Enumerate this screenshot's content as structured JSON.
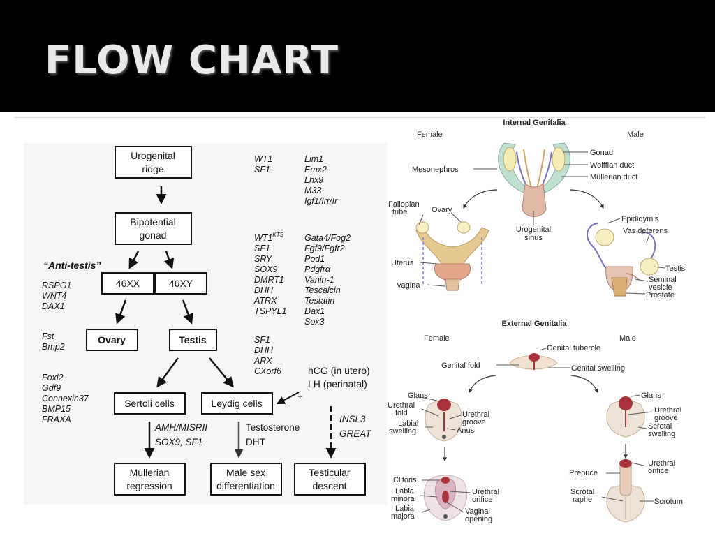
{
  "slide": {
    "title": "FLOW CHART"
  },
  "flowchart": {
    "urogenital_ridge": [
      "Urogenital",
      "ridge"
    ],
    "bipotential_gonad": [
      "Bipotential",
      "gonad"
    ],
    "anti_testis": "“Anti-testis”",
    "xx": "46XX",
    "xy": "46XY",
    "ovary": "Ovary",
    "testis": "Testis",
    "sertoli": "Sertoli cells",
    "leydig": "Leydig cells",
    "mullerian": [
      "Mullerian",
      "regression"
    ],
    "male_sex": [
      "Male sex",
      "differentiation"
    ],
    "testicular": [
      "Testicular",
      "descent"
    ],
    "amh": [
      "AMH/MISRII",
      "SOX9, SF1"
    ],
    "testosterone": [
      "Testosterone",
      "DHT"
    ],
    "insl3": [
      "INSL3",
      "GREAT"
    ],
    "hcg": [
      "hCG (in utero)",
      "LH (perinatal)"
    ],
    "plus": "+",
    "left_genes_1": [
      "RSPO1",
      "WNT4",
      "DAX1"
    ],
    "left_genes_2": [
      "Fst",
      "Bmp2"
    ],
    "left_genes_3": [
      "Foxl2",
      "Gdf9",
      "Connexin37",
      "BMP15",
      "FRAXA"
    ],
    "gene_col1_a": [
      "WT1",
      "SF1"
    ],
    "gene_col2_a": [
      "Lim1",
      "Emx2",
      "Lhx9",
      "M33",
      "Igf1/Irr/Ir"
    ],
    "gene_col1_b_first": "WT1",
    "gene_col1_b_sup": "KTS",
    "gene_col1_b": [
      "SF1",
      "SRY",
      "SOX9",
      "DMRT1",
      "DHH",
      "ATRX",
      "TSPYL1"
    ],
    "gene_col2_b": [
      "Gata4/Fog2",
      "Fgf9/Fgfr2",
      "Pod1",
      "Pdgfrα",
      "Vanin-1",
      "Tescalcin",
      "Testatin",
      "Dax1",
      "Sox3"
    ],
    "gene_col1_c": [
      "SF1",
      "DHH",
      "ARX",
      "CXorf6"
    ]
  },
  "internal": {
    "title": "Internal Genitalia",
    "female": "Female",
    "male": "Male",
    "gonad": "Gonad",
    "wolffian": "Wolffian duct",
    "mullerian": "Müllerian duct",
    "mesonephros": "Mesonephros",
    "fallopian": [
      "Fallopian",
      "tube"
    ],
    "ovary": "Ovary",
    "urogenital_sinus": [
      "Urogenital",
      "sinus"
    ],
    "epididymis": "Epididymis",
    "vas_deferens": "Vas deferens",
    "uterus": "Uterus",
    "vagina": "Vagina",
    "testis": "Testis",
    "seminal": [
      "Seminal",
      "vesicle"
    ],
    "prostate": "Prostate"
  },
  "external": {
    "title": "External Genitalia",
    "female": "Female",
    "male": "Male",
    "genital_tubercle": "Genital tubercle",
    "genital_fold": "Genital fold",
    "genital_swelling": "Genital swelling",
    "glans_f": "Glans",
    "urethral_fold": [
      "Urethral",
      "fold"
    ],
    "labial_swelling": [
      "Labial",
      "swelling"
    ],
    "urethral_groove_f": [
      "Urethral",
      "groove"
    ],
    "anus": "Anus",
    "glans_m": "Glans",
    "urethral_groove_m": [
      "Urethral",
      "groove"
    ],
    "scrotal_swelling": [
      "Scrotal",
      "swelling"
    ],
    "clitoris": "Clitoris",
    "labia_minora": [
      "Labia",
      "minora"
    ],
    "labia_majora": [
      "Labia",
      "majora"
    ],
    "urethral_orifice_f": [
      "Urethral",
      "orifice"
    ],
    "vaginal_opening": [
      "Vaginal",
      "opening"
    ],
    "prepuce": "Prepuce",
    "urethral_orifice_m": [
      "Urethral",
      "orifice"
    ],
    "scrotal_raphe": [
      "Scrotal",
      "raphe"
    ],
    "scrotum": "Scrotum"
  }
}
